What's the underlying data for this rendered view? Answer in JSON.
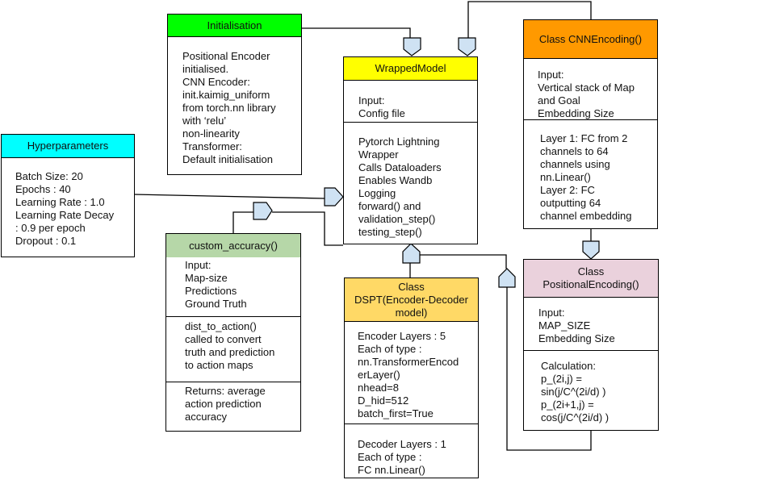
{
  "colors": {
    "initialisation": "#00ff00",
    "wrapped_model": "#ffff00",
    "hyperparameters": "#00ffff",
    "custom_accuracy": "#b6d7a8",
    "dspt": "#ffd966",
    "cnn_encoding": "#ff9900",
    "positional_encoding": "#ead1dc",
    "arrow_fill": "#cfe2f3"
  },
  "initialisation": {
    "title": "Initialisation",
    "body": "Positional Encoder\ninitialised.\nCNN Encoder:\ninit.kaimig_uniform\nfrom torch.nn library\nwith ‘relu’\nnon-linearity\nTransformer:\nDefault initialisation"
  },
  "wrapped_model": {
    "title": "WrappedModel",
    "input": "Input:\nConfig file",
    "body": "Pytorch Lightning\nWrapper\nCalls Dataloaders\nEnables Wandb\nLogging\nforward() and\nvalidation_step()\ntesting_step()"
  },
  "hyperparameters": {
    "title": "Hyperparameters",
    "body": "Batch Size: 20\nEpochs : 40\nLearning Rate : 1.0\nLearning Rate Decay\n: 0.9 per epoch\nDropout : 0.1"
  },
  "custom_accuracy": {
    "title": "custom_accuracy()",
    "input": "Input:\nMap-size\nPredictions\nGround Truth",
    "process": "dist_to_action()\ncalled to convert\ntruth and prediction\nto action maps",
    "returns": "Returns: average\naction prediction\naccuracy"
  },
  "dspt": {
    "title": "Class\nDSPT(Encoder-Decoder\nmodel)",
    "encoder": "Encoder Layers : 5\nEach of type :\nnn.TransformerEncod\nerLayer()\nnhead=8\nD_hid=512\nbatch_first=True",
    "decoder": "Decoder Layers : 1\nEach of type :\nFC nn.Linear()"
  },
  "cnn_encoding": {
    "title": "Class CNNEncoding()",
    "input": "Input:\nVertical stack of Map\nand Goal\nEmbedding Size",
    "layers": "Layer 1: FC from 2\nchannels to 64\nchannels using\nnn.Linear()\nLayer 2: FC\noutputting 64\nchannel embedding"
  },
  "positional_encoding": {
    "title": "Class\nPositionalEncoding()",
    "input": "Input:\nMAP_SIZE\nEmbedding Size",
    "calculation": "Calculation:\np_(2i,j) =\nsin(j/C^(2i/d) )\np_(2i+1,j) =\ncos(j/C^(2i/d) )"
  }
}
